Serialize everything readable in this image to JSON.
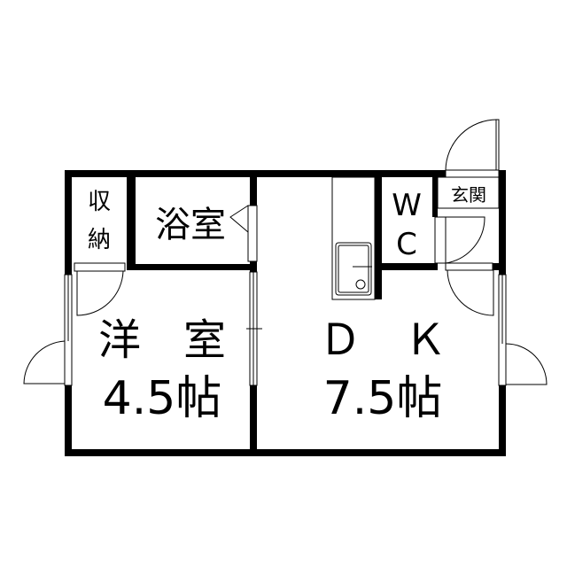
{
  "floorplan": {
    "rooms": {
      "storage": {
        "line1": "収",
        "line2": "納"
      },
      "bath": {
        "label": "浴室"
      },
      "western_room": {
        "name": "洋　室",
        "size": "4.5帖"
      },
      "dk": {
        "name": "Ｄ　Ｋ",
        "size": "7.5帖"
      },
      "wc": {
        "line1": "W",
        "line2": "C"
      },
      "entrance": {
        "label": "玄関"
      }
    },
    "colors": {
      "wall": "#000000",
      "background": "#ffffff"
    }
  }
}
